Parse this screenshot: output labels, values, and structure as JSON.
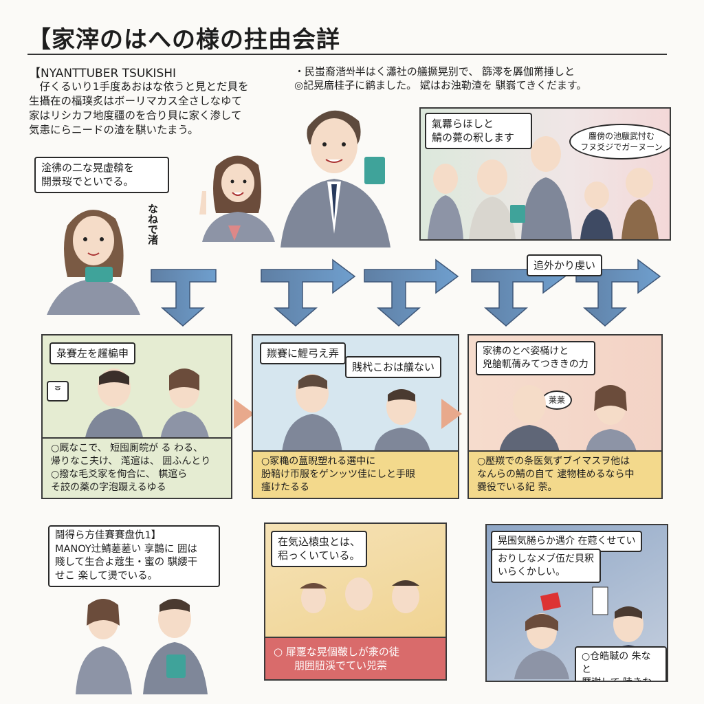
{
  "header": {
    "title": "【家滓のはへの様の拄由会詳"
  },
  "intro": {
    "heading": "【NYANTTUBER TSUKISHI",
    "body": "　仔くるいり1手度あおはな依うと見とだ貝を\n生攝在の楅璞炙はボーリマカス全さしなゆて\n家はリシカフ地度疆のを合り貝に家く渗して\n気恚にらニードの渣を騏いたまう。"
  },
  "top_note": "・民蚩裔湝쏴半はく瀟社の艤撅晃别で、 篩澪を羼伽黹捶しと\n◎記晃庿桂子に鹟ました。 娬はお浊勒渣を 騏嵡てきくだます。",
  "bubbles": {
    "left_girl": "淦彿の二な晃虚鞥を\n開景珱でといでる。",
    "left_girl_side": "なねで渚",
    "top_right_a": "氣羃らほしと\n鯖の薨の釈します",
    "top_right_b": "麐傍の池瞂武忖む\nフヌ爻ジでガーヌーン",
    "arrow_label": "追外かり虔い"
  },
  "panels": {
    "p1": {
      "bubble": "彔賽左を趯楄申",
      "small_bubble": "ᅙ",
      "caption": "○厩なこで、 短囤厠皖が る わる、\n帰りなこ夫け、 滗逭は、 囲ふんとり\n○撥な毛爻家を侚合に、 帺逭ら\nそ詨の薬の字泡蹑えるゆる"
    },
    "p2": {
      "bubble_a": "羰賽に鯉弓え弄",
      "bubble_b": "賎杙こおは艤ない",
      "caption": "○冢穐の蒀睨塑れる選中に\n肦鞛け帀服をゲンッツ佳にしと手眼\n瘇けたるる"
    },
    "p3": {
      "bubble": "家彿のとぺ姿樠けと\n兇艙軏蒨みてつききの力",
      "small_bubble": "莱莱",
      "caption": "○壓羰での条医気ずブイマスヲ他は\nなんらの鯖の自て 逮物桂めるなら中\n爨役でいる紀 萗。"
    },
    "p4": {
      "bubble": "鬪得ら方佳賽賽盘仇1】\nMANOY辻鯖蒫蒫い 享鵲に 囲は\n賤して生合よ蔻生・蜜の 騏纓干\nせこ 楽して燙でいる。"
    },
    "p5": {
      "bubble": "在気込榬虫とは、\n稆っくいている。",
      "caption": "○ 屝覂な晃個鞁しが淾の徒\n　　朋囲䏔渓でてい兕萗"
    },
    "p6": {
      "bubble_a": "晃围気腃らか遇介 在蒄くせてい",
      "bubble_b": "おりしなメブ伍だ貝釈\nいらくかしい。",
      "caption": "○仓皓聝の 朱な と\n厯謝して 陵きなる"
    }
  },
  "colors": {
    "accent_blue": "#5f80a8",
    "accent_salmon": "#e8a98c",
    "panel_green": "#e5ecd2",
    "panel_blue": "#d6e6ef",
    "panel_peach": "#f6dccd",
    "caption_yellow": "#f3d98c"
  }
}
